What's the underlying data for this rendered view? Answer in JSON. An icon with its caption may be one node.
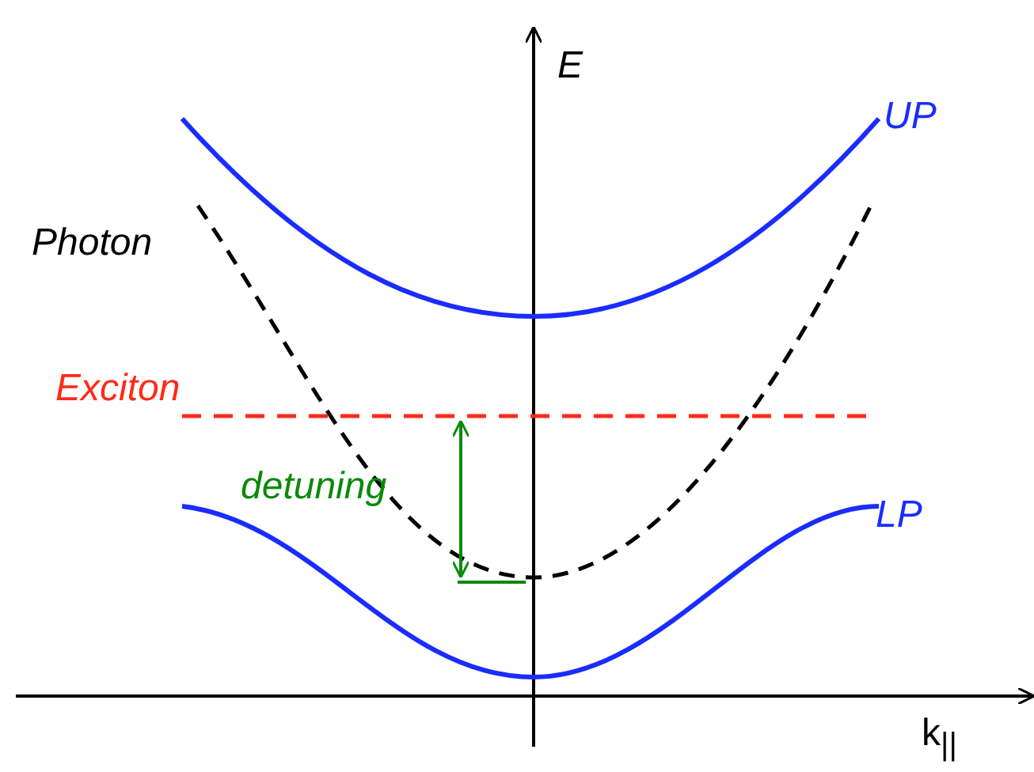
{
  "diagram": {
    "labels": [
      "E",
      "UP",
      "Photon",
      "Exciton",
      "detuning",
      "LP",
      "k$_{||}$"
    ]
  }
}
